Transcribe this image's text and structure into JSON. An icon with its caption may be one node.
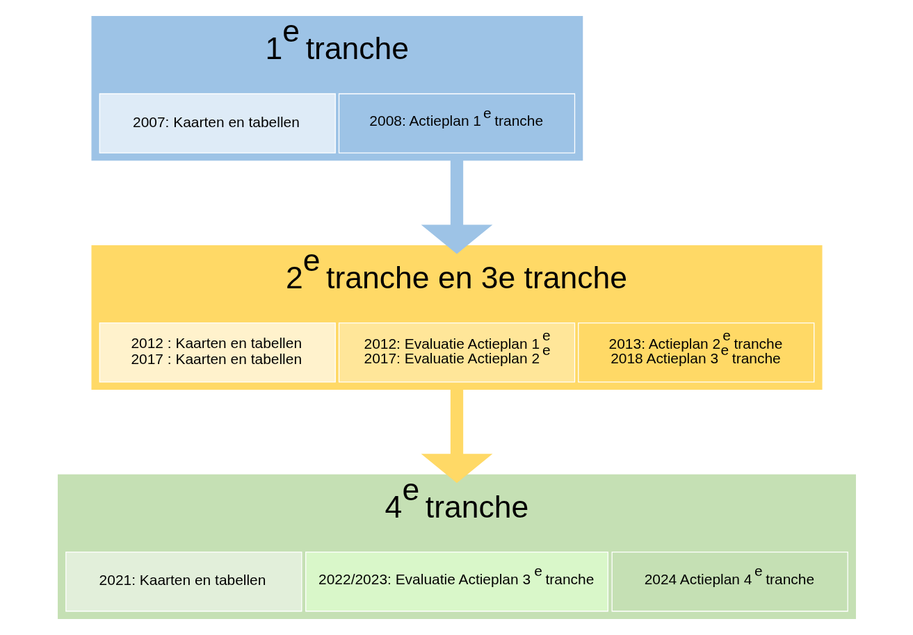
{
  "diagram": {
    "nodes": [
      {
        "text": [
          "1$^{e}$ tranche"
        ]
      },
      {
        "text": [
          "2007: Kaarten en tabellen"
        ],
        "in": 0
      },
      {
        "text": [
          "2008: Actieplan 1$^{e}$ tranche"
        ],
        "in": 0
      },
      {
        "text": [
          "2$^{e}$ tranche en 3e tranche"
        ]
      },
      {
        "text": [
          "2012 : Kaarten en tabellen",
          "2017 : Kaarten en tabellen"
        ],
        "in": 3
      },
      {
        "text": [
          "2012: Evaluatie Actieplan 1$^{e}$",
          "2017: Evaluatie Actieplan 2$^{e}$"
        ],
        "in": 3
      },
      {
        "text": [
          "2013: Actieplan 2$^{e}$ tranche",
          "2018 Actieplan 3$^{e}$ tranche"
        ],
        "in": 3
      },
      {
        "text": [
          "4$^{e}$ tranche"
        ]
      },
      {
        "text": [
          "2021: Kaarten en tabellen"
        ],
        "in": 7
      },
      {
        "text": [
          "2022/2023: Evaluatie Actieplan 3$^{e}$ tranche"
        ],
        "in": 7
      },
      {
        "text": [
          "2024 Actieplan 4$^{e}$ tranche"
        ],
        "in": 7
      }
    ],
    "edges": [
      {
        "from": 0,
        "to": 3,
        "arrow": "to",
        "color": "#9dc3e6"
      },
      {
        "from": 3,
        "to": 7,
        "arrow": "to",
        "color": "#ffd966"
      }
    ]
  }
}
